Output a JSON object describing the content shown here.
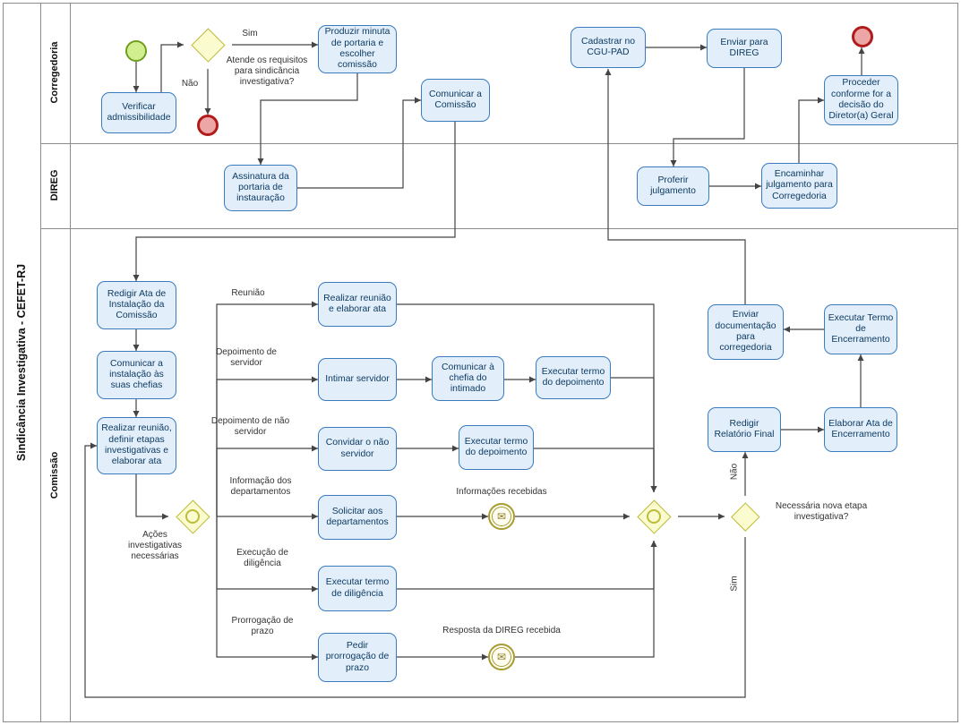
{
  "pool": {
    "title": "Sindicância Investigativa - CEFET-RJ"
  },
  "lanes": [
    {
      "label": "Corregedoria"
    },
    {
      "label": "DIREG"
    },
    {
      "label": "Comissão"
    }
  ],
  "nodes": {
    "verificar_admissibilidade": "Verificar admissibilidade",
    "produzir_minuta": "Produzir minuta de portaria e escolher comissão",
    "comunicar_comissao": "Comunicar a Comissão",
    "cadastrar_cgu_pad": "Cadastrar no CGU-PAD",
    "enviar_para_direg": "Enviar para DIREG",
    "proceder_conforme": "Proceder conforme for a decisão do Diretor(a) Geral",
    "assinatura_portaria": "Assinatura da portaria de instauração",
    "proferir_julgamento": "Proferir julgamento",
    "encaminhar_julgamento": "Encaminhar julgamento para Corregedoria",
    "redigir_ata_instalacao": "Redigir Ata de Instalação da Comissão",
    "comunicar_instalacao": "Comunicar a instalação às suas chefias",
    "realizar_reuniao_definir": "Realizar reunião, definir etapas investigativas e elaborar ata",
    "realizar_reuniao_ata": "Realizar reunião e elaborar ata",
    "intimar_servidor": "Intimar servidor",
    "comunicar_chefia_intimado": "Comunicar à chefia do intimado",
    "executar_termo_depoimento_1": "Executar termo do depoimento",
    "convidar_nao_servidor": "Convidar o não servidor",
    "executar_termo_depoimento_2": "Executar termo do depoimento",
    "solicitar_departamentos": "Solicitar aos departamentos",
    "executar_termo_diligencia": "Executar termo de diligência",
    "pedir_prorrogacao": "Pedir prorrogação de prazo",
    "enviar_documentacao": "Enviar documentação para corregedoria",
    "executar_termo_encerramento": "Executar Termo de Encerramento",
    "elaborar_ata_encerramento": "Elaborar Ata de Encerramento",
    "redigir_relatorio_final": "Redigir Relatório Final"
  },
  "gateways": {
    "admissibilidade_question": "Atende os requisitos para sindicância investigativa?",
    "acoes_investigativas": "Ações investigativas necessárias",
    "nova_etapa_question": "Necessária nova etapa investigativa?"
  },
  "edge_labels": {
    "sim_top": "Sim",
    "nao_top": "Não",
    "reuniao": "Reunião",
    "depoimento_servidor": "Depoimento de servidor",
    "depoimento_nao_servidor": "Depoimento de não servidor",
    "informacao_departamentos": "Informação dos departamentos",
    "execucao_diligencia": "Execução de diligência",
    "prorrogacao_prazo": "Prorrogação de prazo",
    "informacoes_recebidas": "Informações recebidas",
    "resposta_direg": "Resposta da DIREG recebida",
    "nao_loop": "Não",
    "sim_loop": "Sim"
  },
  "icons": {
    "message_icon": "✉"
  },
  "colors": {
    "task_fill": "#e3eefb",
    "task_border": "#3a7bbf",
    "gateway_fill": "#fbfbd0",
    "gateway_border": "#bcbc3a",
    "start_fill": "#d2ef8f",
    "start_border": "#6f9e20",
    "end_fill": "#eda6a6",
    "end_border": "#b11b1b",
    "message_border": "#a79b33",
    "flow_line": "#444444"
  }
}
